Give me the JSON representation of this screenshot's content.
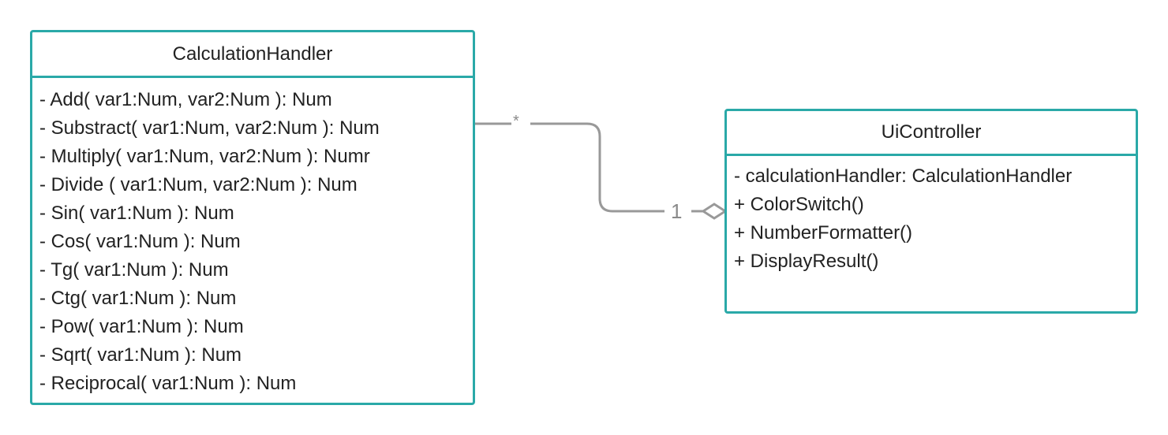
{
  "classes": {
    "calculation_handler": {
      "name": "CalculationHandler",
      "members": [
        "- Add( var1:Num, var2:Num ): Num",
        "- Substract( var1:Num, var2:Num ): Num",
        "- Multiply( var1:Num, var2:Num ): Numr",
        "- Divide ( var1:Num, var2:Num ): Num",
        "- Sin( var1:Num ): Num",
        "- Cos( var1:Num ): Num",
        "- Tg(  var1:Num ): Num",
        "- Ctg( var1:Num ): Num",
        "- Pow( var1:Num ): Num",
        "- Sqrt( var1:Num ): Num",
        "- Reciprocal( var1:Num ): Num"
      ]
    },
    "ui_controller": {
      "name": "UiController",
      "members": [
        "- calculationHandler: CalculationHandler",
        "+ ColorSwitch()",
        "+ NumberFormatter()",
        "+ DisplayResult()"
      ]
    }
  },
  "association": {
    "type": "aggregation",
    "multiplicity_calculation_handler": "*",
    "multiplicity_ui_controller": "1"
  },
  "colors": {
    "class_border": "#2aa9a8",
    "connector": "#999999",
    "multiplicity_text": "#8a8a8a"
  }
}
